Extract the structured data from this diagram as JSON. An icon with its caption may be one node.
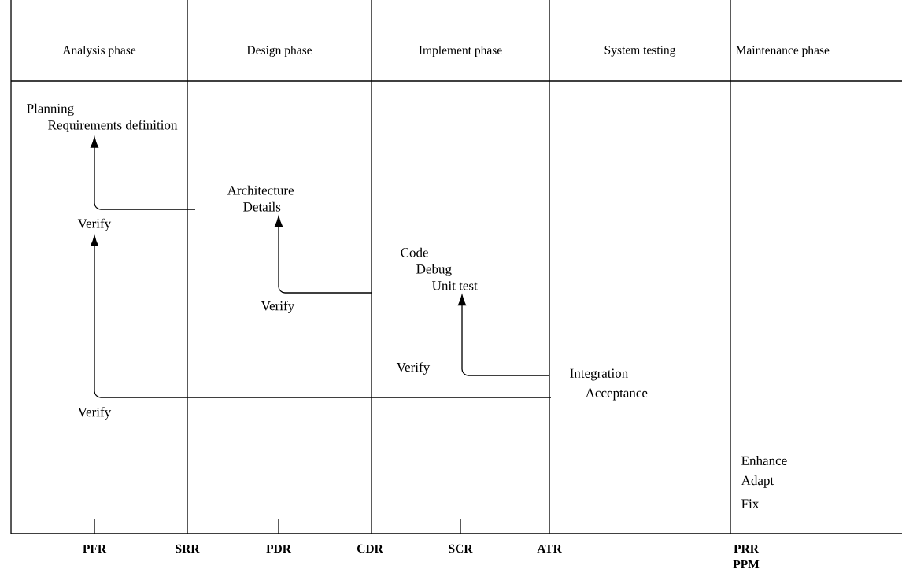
{
  "diagram": {
    "nodes": [
      {
        "text": [
          "Planning",
          "Requirements definition"
        ]
      },
      {
        "text": [
          "Architecture",
          "Details"
        ]
      },
      {
        "text": [
          "Code",
          "Debug",
          "Unit test"
        ]
      },
      {
        "text": [
          "Verify"
        ]
      }
    ],
    "edges": [
      {
        "from": null,
        "to": 0,
        "arrow": "to"
      },
      {
        "from": null,
        "to": 1,
        "arrow": "to"
      },
      {
        "from": null,
        "to": 2,
        "arrow": "to"
      },
      {
        "from": null,
        "to": 3,
        "arrow": "to"
      }
    ],
    "labels": [
      "Analysis phase",
      "Design phase",
      "Implement phase",
      "System testing",
      "Maintenance phase",
      "Verify",
      "Verify",
      "Integration",
      "Acceptance",
      "Verify",
      "Enhance",
      "Adapt",
      "Fix",
      "PFR",
      "SRR",
      "PDR",
      "CDR",
      "SCR",
      "ATR",
      "PRR",
      "PPM"
    ]
  }
}
